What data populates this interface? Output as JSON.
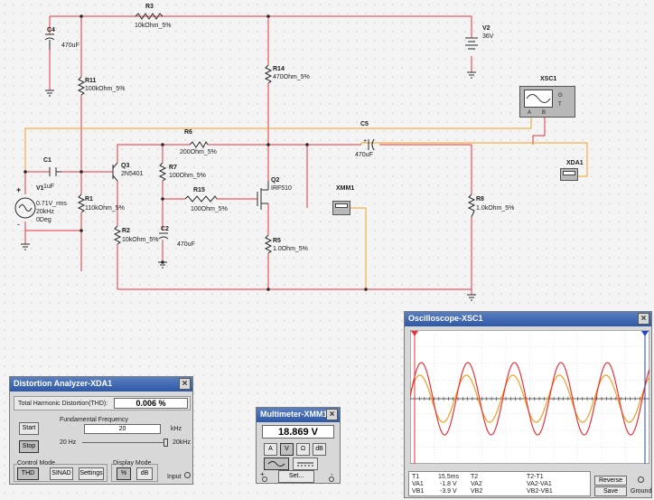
{
  "schematic": {
    "components": {
      "r3": {
        "ref": "R3",
        "value": "10kOhm_5%"
      },
      "c4": {
        "ref": "C4",
        "value": "470uF"
      },
      "v2": {
        "ref": "V2",
        "value": "36V"
      },
      "r11": {
        "ref": "R11",
        "value": "100kOhm_5%"
      },
      "r14": {
        "ref": "R14",
        "value": "470Ohm_5%"
      },
      "xsc1": {
        "ref": "XSC1"
      },
      "c5": {
        "ref": "C5",
        "value": "470uF"
      },
      "r6": {
        "ref": "R6",
        "value": "200Ohm_5%"
      },
      "c1": {
        "ref": "C1",
        "value": "1uF"
      },
      "q3": {
        "ref": "Q3",
        "value": "2N5401"
      },
      "r7": {
        "ref": "R7",
        "value": "100Ohm_5%"
      },
      "q2": {
        "ref": "Q2",
        "value": "IRF510"
      },
      "xda1": {
        "ref": "XDA1"
      },
      "v1": {
        "ref": "V1",
        "amplitude": "0.71V_rms",
        "frequency": "20kHz",
        "phase": "0Deg"
      },
      "r1": {
        "ref": "R1",
        "value": "110kOhm_5%"
      },
      "r15": {
        "ref": "R15",
        "value": "100Ohm_5%"
      },
      "xmm1": {
        "ref": "XMM1"
      },
      "r8": {
        "ref": "R8",
        "value": "1.0kOhm_5%"
      },
      "r2": {
        "ref": "R2",
        "value": "10kOhm_5%"
      },
      "c2": {
        "ref": "C2",
        "value": "470uF"
      },
      "r5": {
        "ref": "R5",
        "value": "1.0Ohm_5%"
      }
    },
    "scope_pins": {
      "a": "A",
      "b": "B",
      "g": "G",
      "t": "T"
    },
    "source_polarity": {
      "plus": "+",
      "minus": "-"
    },
    "c5_polarity": "+",
    "wire_colors": {
      "red": "#e8343c",
      "orange": "#f0a020",
      "black": "#2a2a2a"
    }
  },
  "distortion_analyzer": {
    "title": "Distortion Analyzer-XDA1",
    "thd_label": "Total Harmonic Distortion(THD):",
    "thd_value": "0.006 %",
    "start_label": "Start",
    "stop_label": "Stop",
    "fundamental_label": "Fundamental Frequency",
    "fundamental_value": "20",
    "fundamental_unit": "kHz",
    "slider_min": "20 Hz",
    "slider_max": "20kHz",
    "control_mode_label": "Control Mode",
    "thd_btn": "THD",
    "sinad_btn": "SINAD",
    "settings_btn": "Settings",
    "display_mode_label": "Display Mode",
    "percent_btn": "%",
    "db_btn": "dB",
    "input_label": "Input",
    "slider_level": 1.0
  },
  "multimeter": {
    "title": "Multimeter-XMM1",
    "reading": "18.869 V",
    "btn_a": "A",
    "btn_v": "V",
    "btn_ohm": "Ω",
    "btn_db": "dB",
    "set_btn": "Set...",
    "plus": "+",
    "minus": "-"
  },
  "oscilloscope": {
    "title": "Oscilloscope-XSC1",
    "t1_label": "T1",
    "t1_time": "15.5ms",
    "va1_label": "VA1",
    "va1_value": "-1.8 V",
    "vb1_label": "VB1",
    "vb1_value": "-3.9 V",
    "t2_label": "T2",
    "va2_label": "VA2",
    "vb2_label": "VB2",
    "t2t1_label": "T2-T1",
    "va2va1_label": "VA2-VA1",
    "vb2vb1_label": "VB2-VB1",
    "reverse_btn": "Reverse",
    "save_btn": "Save",
    "ground_label": "Ground",
    "trace_a_color": "#f0a020",
    "trace_b_color": "#e8343c",
    "screen_color": "#ffffff"
  }
}
